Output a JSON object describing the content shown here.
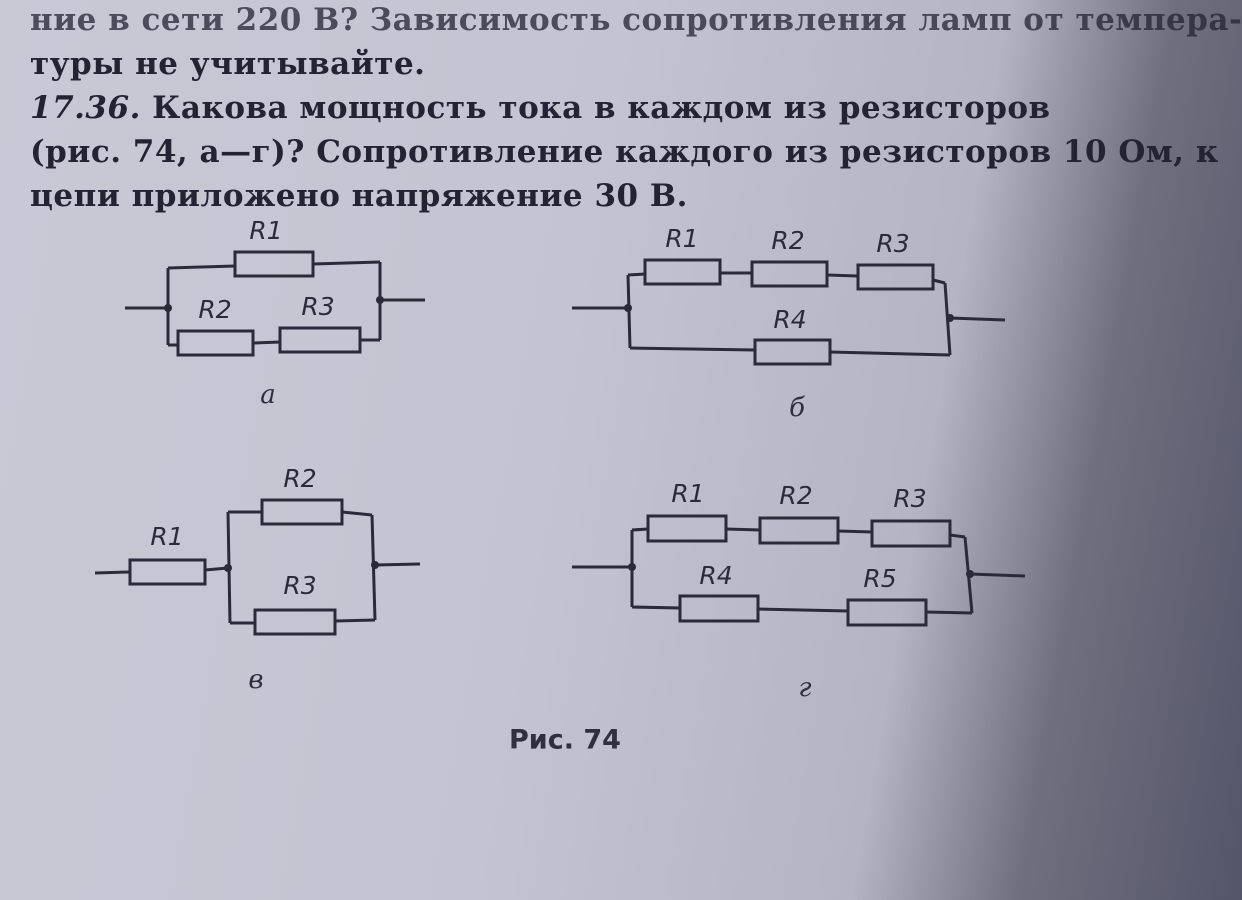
{
  "text": {
    "line1": "ние в сети 220 В? Зависимость сопротивления ламп от темпера-",
    "line2": "туры не учитывайте.",
    "problem_number": "17.36.",
    "line3_rest": " Какова мощность тока в каждом из резисторов",
    "line4": "(рис. 74, а—г)? Сопротивление каждого из резисторов 10 Ом, к",
    "line5": "цепи приложено напряжение 30 В."
  },
  "circuits": {
    "a": {
      "label": "а",
      "resistors": [
        "R1",
        "R2",
        "R3"
      ]
    },
    "b": {
      "label": "б",
      "resistors": [
        "R1",
        "R2",
        "R3",
        "R4"
      ]
    },
    "v": {
      "label": "в",
      "resistors": [
        "R1",
        "R2",
        "R3"
      ]
    },
    "g": {
      "label": "г",
      "resistors": [
        "R1",
        "R2",
        "R3",
        "R4",
        "R5"
      ]
    }
  },
  "caption": "Рис. 74"
}
